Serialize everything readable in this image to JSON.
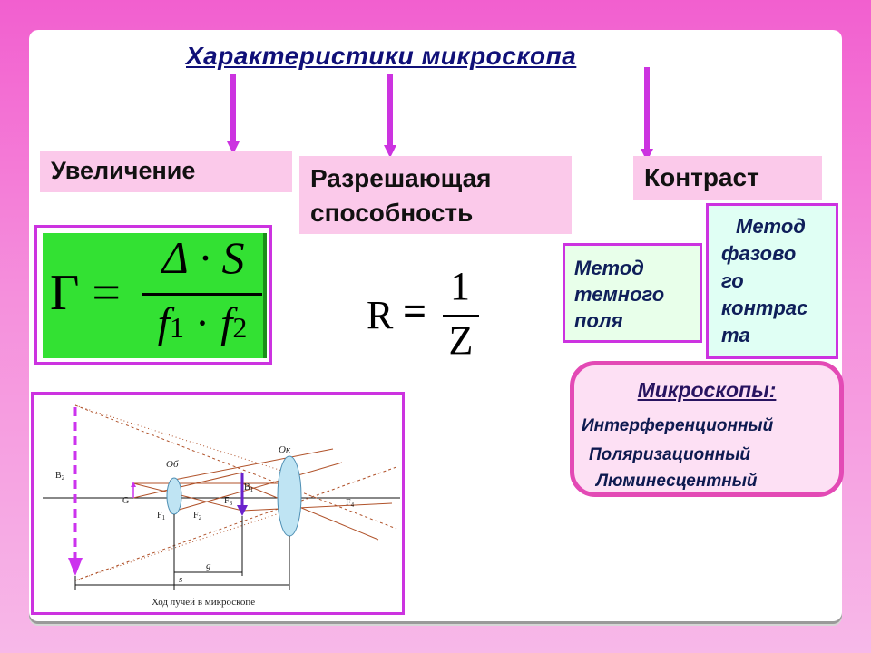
{
  "title": "Характеристики микроскопа",
  "branches": {
    "magnification": "Увеличение",
    "resolution_line1": "Разрешающая",
    "resolution_line2": "способность",
    "contrast": "Контраст"
  },
  "methods": {
    "dark_field": [
      "Метод",
      "темного",
      "поля"
    ],
    "phase_contrast": [
      "Метод",
      "фазово",
      "го",
      "контрас",
      "та"
    ]
  },
  "formula_gamma": {
    "lhs": "Γ =",
    "numerator": "Δ · S",
    "denominator_f1": "f",
    "denominator_sub1": "1",
    "dot": "·",
    "denominator_f2": "f",
    "denominator_sub2": "2"
  },
  "formula_r": {
    "lhs": "R",
    "eq": "=",
    "numerator": "1",
    "denominator": "Z"
  },
  "microscopes": {
    "title": "Микроскопы:",
    "items": [
      "Интерференционный",
      "Поляризационный",
      "Люминесцентный"
    ]
  },
  "ray_diagram": {
    "caption": "Ход лучей в микроскопе",
    "labels": {
      "objective": "Об",
      "eyepiece": "Ок",
      "B2": "B",
      "B2_sub": "2",
      "B1": "B",
      "B1_sub": "1",
      "G": "G",
      "F1": "F",
      "F1_sub": "1",
      "F2": "F",
      "F2_sub": "2",
      "F3": "F",
      "F3_sub": "3",
      "F4": "F",
      "F4_sub": "4",
      "g": "g",
      "s": "s"
    }
  },
  "colors": {
    "title": "#101078",
    "connector": "#cc33e0",
    "branch_bg": "#fbc9ea",
    "formula_bg": "#33e133",
    "method_bg": "#e8ffea",
    "arrow": "#cc33ee",
    "ray": "#b0522a"
  }
}
